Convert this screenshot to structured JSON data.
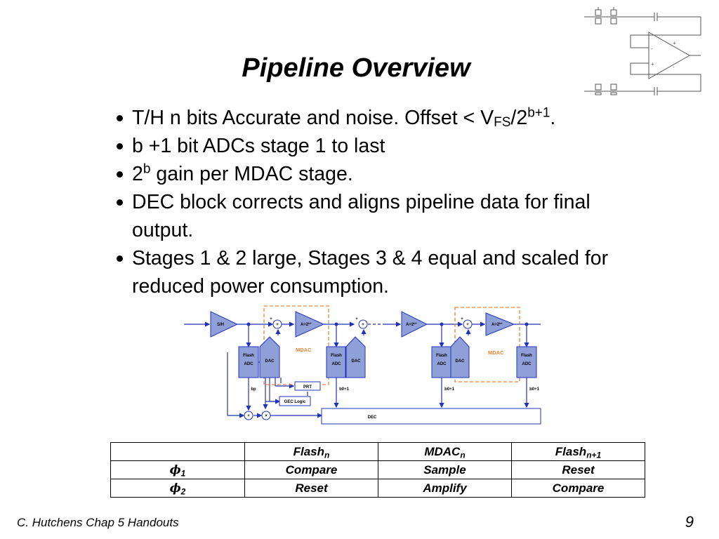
{
  "slide": {
    "title": "Pipeline Overview",
    "bullets": {
      "b1_pre": "T/H n bits Accurate and noise.  Offset < V",
      "b1_sub": "FS",
      "b1_mid": "/2",
      "b1_sup": "b+1",
      "b1_end": ".",
      "b2": "b +1 bit ADCs  stage 1 to last",
      "b3_pre": "2",
      "b3_sup": "b",
      "b3_post": " gain per MDAC stage.",
      "b4": "DEC block corrects and aligns pipeline data for final output.",
      "b5": "Stages 1 & 2 large, Stages 3 & 4 equal and scaled for reduced power consumption."
    },
    "footer": "C. Hutchens Chap 5 Handouts",
    "page_number": "9"
  },
  "diagram": {
    "sh": "S/H",
    "gain": "A=2",
    "gain_exp": "b+",
    "gain3": "A=2",
    "gain3_exp": "b+",
    "mdac": "MDAC",
    "flash1": "Flash",
    "flash2": "ADC",
    "dac": "DAC",
    "bp": "bp",
    "b0p1": "b0+1",
    "prt": "PRT",
    "gec": "GEC Logic",
    "dec": "DEC",
    "plus": "+",
    "minus": "-",
    "times": "×",
    "colors": {
      "line": "#2233bb",
      "block": "#8fa0d8",
      "mdac_box": "#f08030",
      "mdac_text": "#f08030"
    }
  },
  "table": {
    "headers": {
      "h1": "Flash",
      "h1_sub": "n",
      "h2": "MDAC",
      "h2_sub": "n",
      "h3": "Flash",
      "h3_sub": "n+1"
    },
    "rows": [
      {
        "phi": "ϕ",
        "phi_sub": "1",
        "c1": "Compare",
        "c2": "Sample",
        "c3": "Reset"
      },
      {
        "phi": "ϕ",
        "phi_sub": "2",
        "c1": "Reset",
        "c2": "Amplify",
        "c3": "Compare"
      }
    ]
  }
}
